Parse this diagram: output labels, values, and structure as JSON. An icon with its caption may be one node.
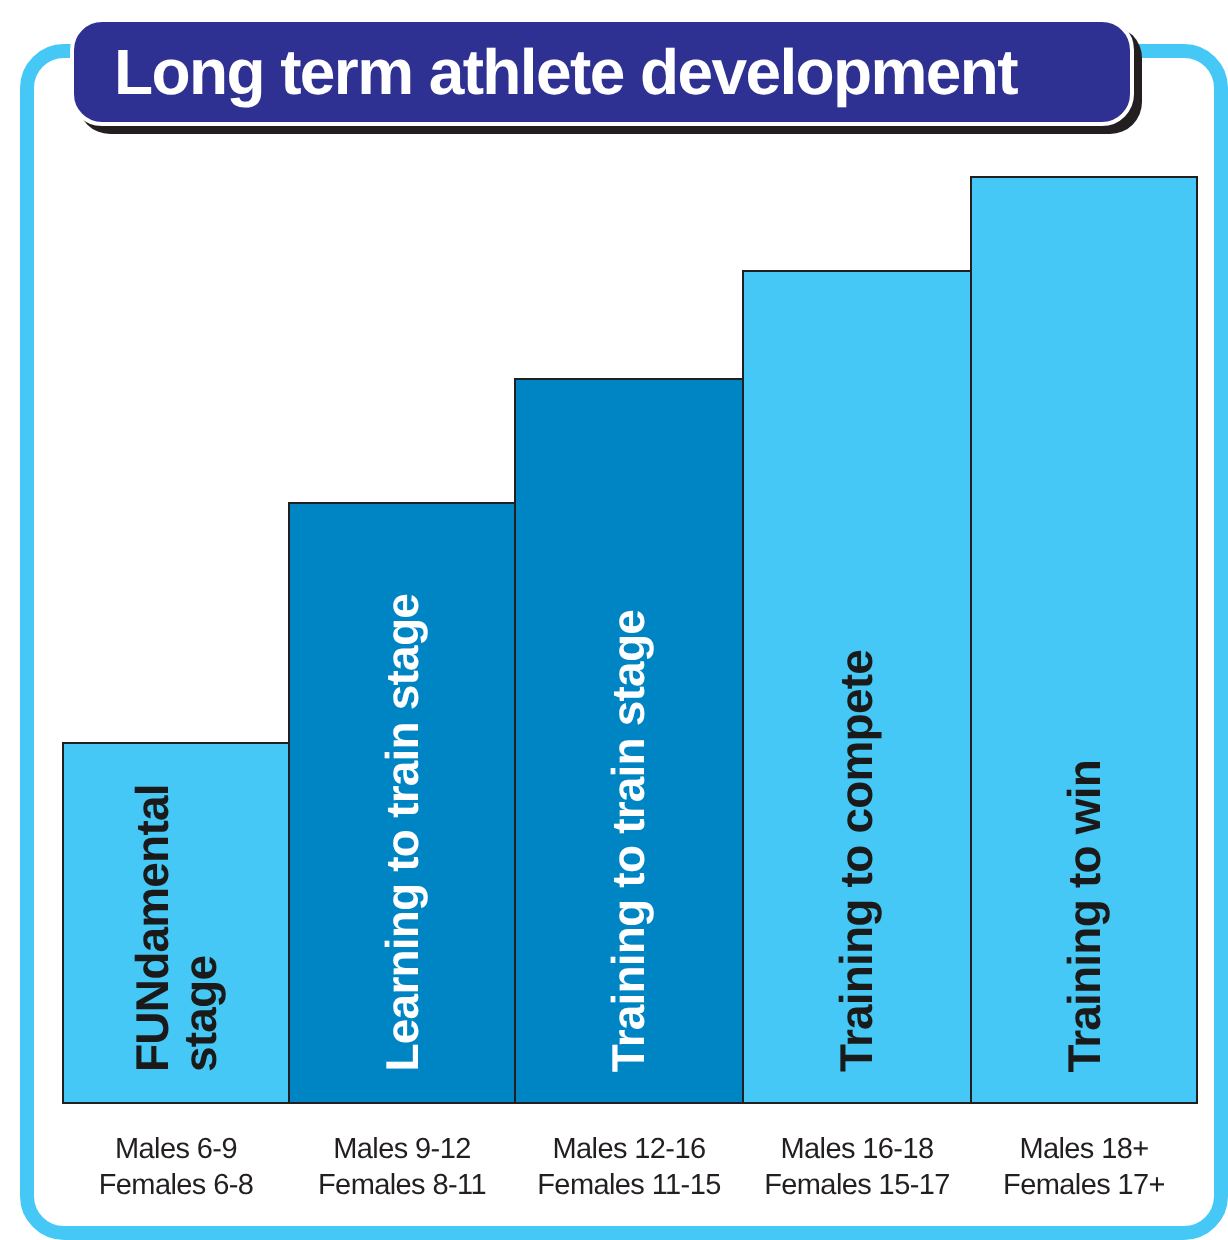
{
  "diagram": {
    "title": "Long term athlete development",
    "nodes": [
      {
        "text": [
          "FUNdamental stage"
        ],
        "beside": [
          "Males 6-9",
          "Females 6-8"
        ]
      },
      {
        "text": [
          "Learning to train stage"
        ],
        "beside": [
          "Males 9-12",
          "Females 8-11"
        ]
      },
      {
        "text": [
          "Training to train stage"
        ],
        "beside": [
          "Males 12-16",
          "Females 11-15"
        ]
      },
      {
        "text": [
          "Training to compete"
        ],
        "beside": [
          "Males 16-18",
          "Females 15-17"
        ]
      },
      {
        "text": [
          "Training to win"
        ],
        "beside": [
          "Males 18+",
          "Females 17+"
        ]
      }
    ]
  }
}
